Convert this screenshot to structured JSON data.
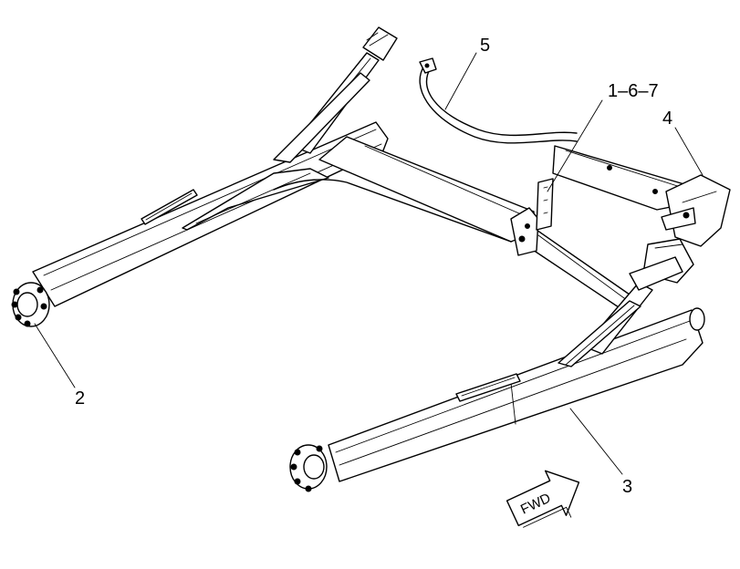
{
  "callouts": [
    {
      "id": "c2",
      "label": "2"
    },
    {
      "id": "c3",
      "label": "3"
    },
    {
      "id": "c4",
      "label": "4"
    },
    {
      "id": "c5",
      "label": "5"
    },
    {
      "id": "c167",
      "label": "1–6–7"
    }
  ],
  "direction_arrow": {
    "label": "FWD"
  }
}
